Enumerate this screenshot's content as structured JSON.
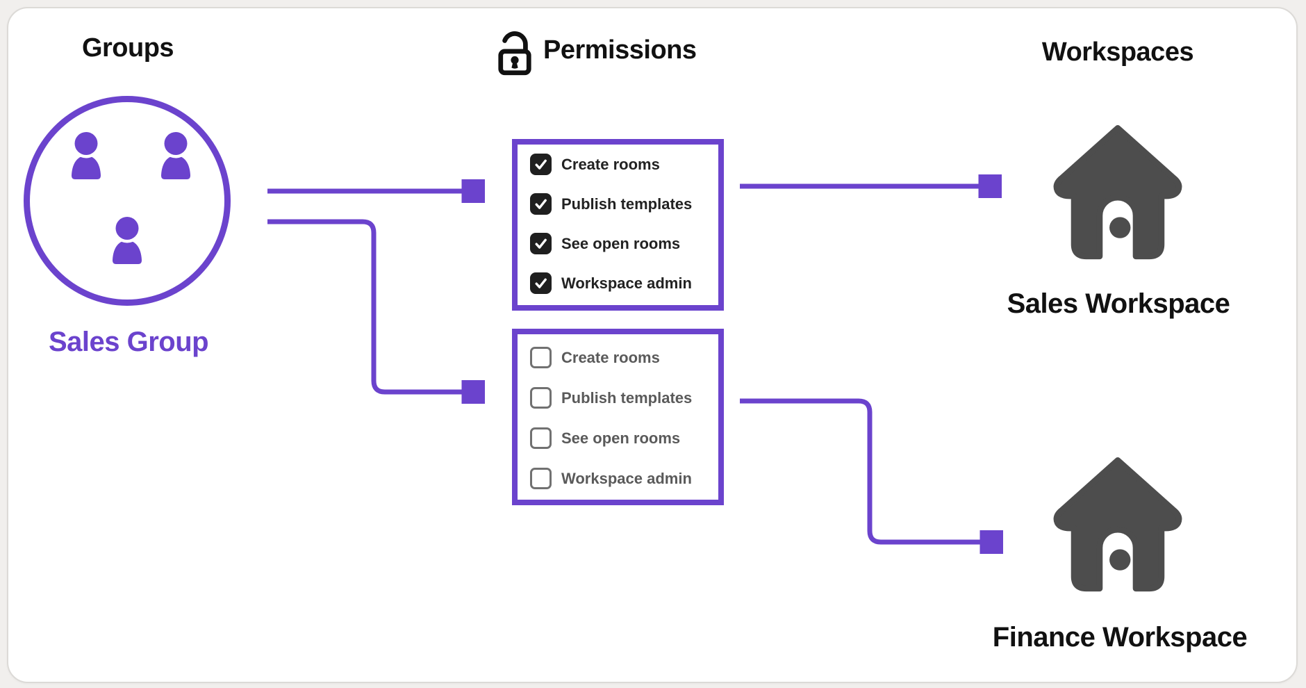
{
  "colors": {
    "purple": "#6b43cd",
    "house-gray": "#4d4d4d",
    "ink": "#111111",
    "label-dark": "#222222",
    "label-gray": "#5a5a5a",
    "cb-black": "#1f1f1f",
    "cb-border": "#717171",
    "page-bg": "#f1efed",
    "card-bg": "#ffffff",
    "card-border": "#dcdad7"
  },
  "diagram": {
    "groups_column": {
      "title": "Groups",
      "group_name": "Sales Group",
      "member_count": 3
    },
    "permissions_column": {
      "title": "Permissions",
      "sets": [
        {
          "id": "sales-permissions",
          "items": [
            {
              "label": "Create rooms",
              "checked": true
            },
            {
              "label": "Publish templates",
              "checked": true
            },
            {
              "label": "See open rooms",
              "checked": true
            },
            {
              "label": "Workspace admin",
              "checked": true
            }
          ]
        },
        {
          "id": "finance-permissions",
          "items": [
            {
              "label": "Create rooms",
              "checked": false
            },
            {
              "label": "Publish templates",
              "checked": false
            },
            {
              "label": "See open rooms",
              "checked": false
            },
            {
              "label": "Workspace admin",
              "checked": false
            }
          ]
        }
      ]
    },
    "workspaces_column": {
      "title": "Workspaces",
      "workspaces": [
        {
          "name": "Sales Workspace"
        },
        {
          "name": "Finance Workspace"
        }
      ]
    }
  }
}
